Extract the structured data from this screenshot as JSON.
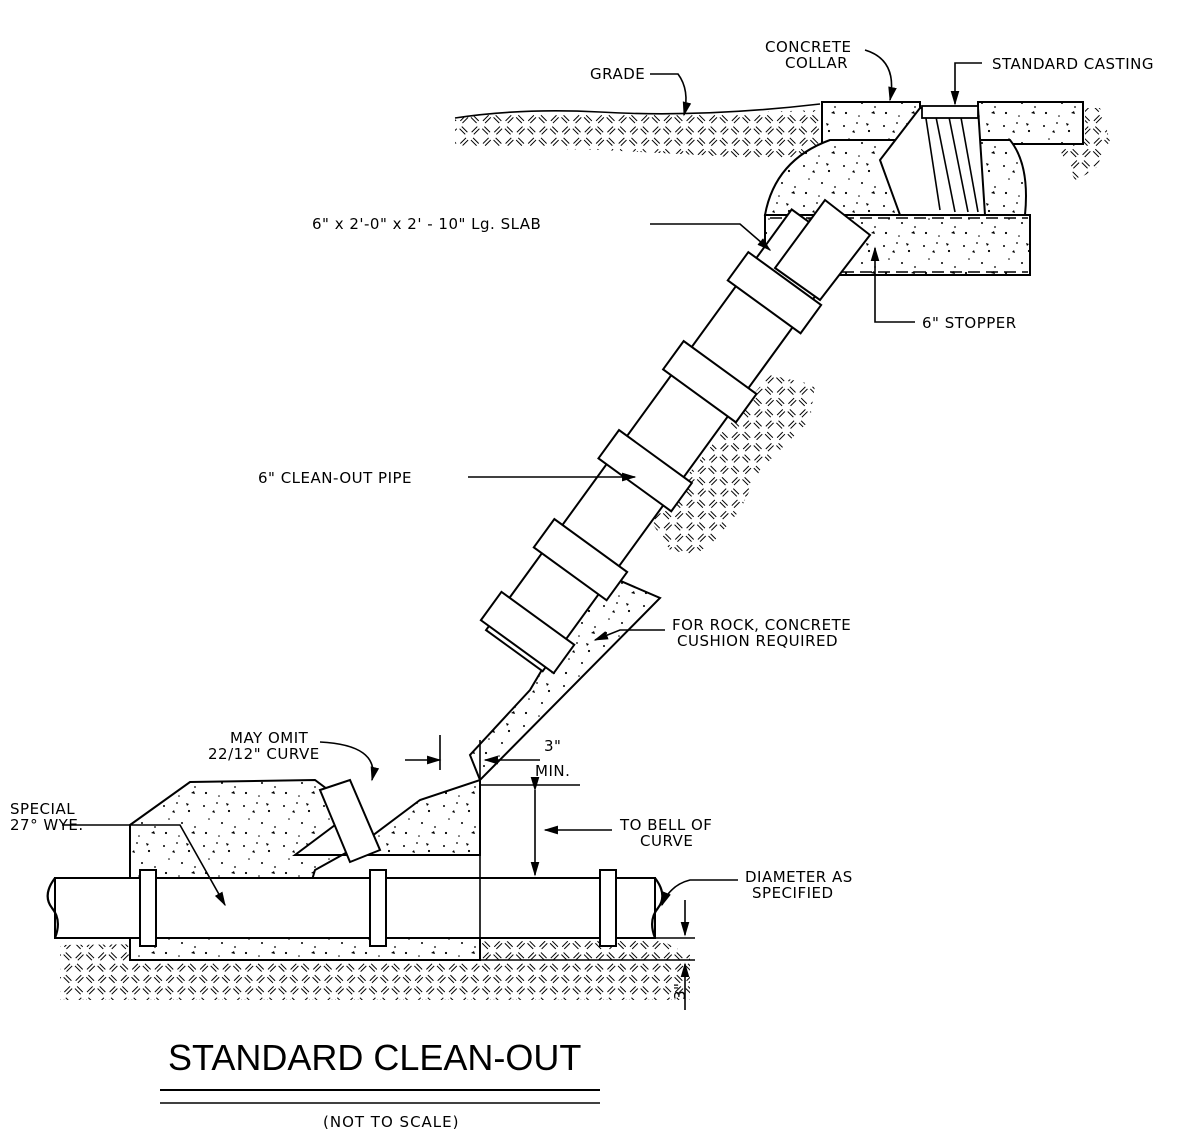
{
  "labels": {
    "concrete_collar_1": "CONCRETE",
    "concrete_collar_2": "COLLAR",
    "standard_casting": "STANDARD CASTING",
    "grade": "GRADE",
    "slab": "6\" x 2'-0\" x 2' - 10\" Lg. SLAB",
    "stopper": "6\" STOPPER",
    "cleanout_pipe": "6\" CLEAN-OUT PIPE",
    "rock_1": "FOR ROCK, CONCRETE",
    "rock_2": "CUSHION REQUIRED",
    "may_omit_1": "MAY OMIT",
    "may_omit_2": "22/12\" CURVE",
    "special_1": "SPECIAL",
    "special_2": "27° WYE.",
    "three_in": "3\"",
    "min": "MIN.",
    "to_bell_1": "TO BELL OF",
    "to_bell_2": "CURVE",
    "diameter_1": "DIAMETER AS",
    "diameter_2": "SPECIFIED",
    "bottom_three_in": "3\""
  },
  "title": "STANDARD CLEAN-OUT",
  "subtitle": "(NOT TO SCALE)"
}
